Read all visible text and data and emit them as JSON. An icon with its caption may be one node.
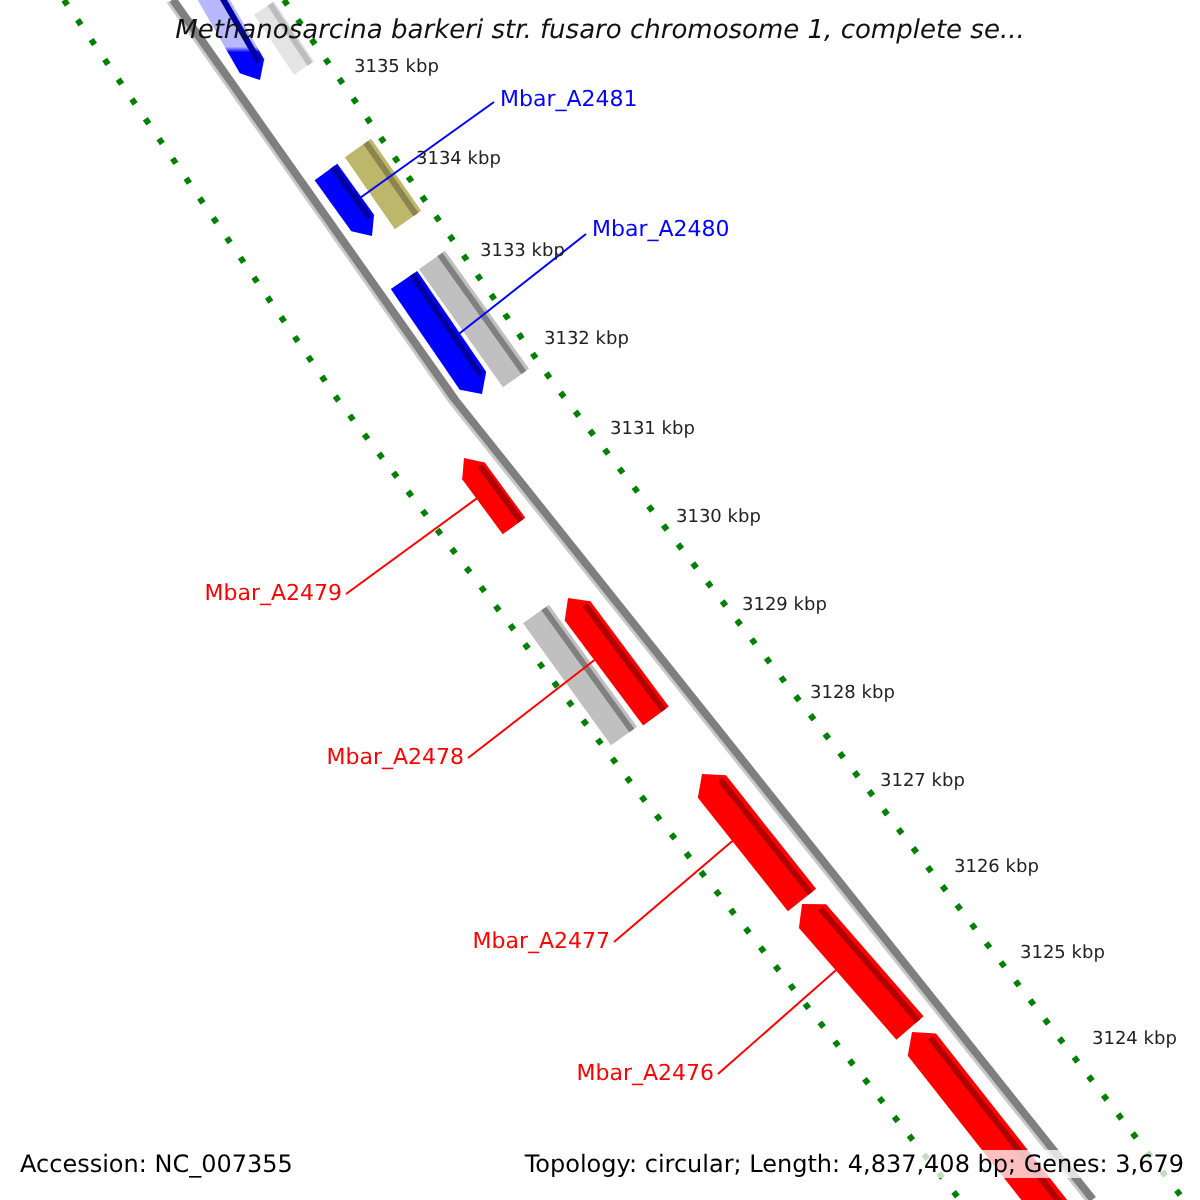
{
  "diagram": {
    "title": "Methanosarcina barkeri str. fusaro chromosome 1, complete se...",
    "nodes": [
      {
        "text": [],
        "shape": "arrow"
      },
      {
        "text": [],
        "shape": "bar"
      },
      {
        "text": [],
        "shape": "arrow"
      },
      {
        "text": [],
        "shape": "bar"
      },
      {
        "text": [],
        "shape": "arrow"
      },
      {
        "text": [],
        "shape": "bar"
      },
      {
        "text": [],
        "shape": "arrow"
      },
      {
        "text": [],
        "shape": "arrow"
      },
      {
        "text": [],
        "shape": "bar"
      },
      {
        "text": [],
        "shape": "arrow"
      },
      {
        "text": [],
        "shape": "arrow"
      },
      {
        "text": [],
        "shape": "arrow"
      },
      {
        "text": [
          "Mbar_A2481"
        ]
      },
      {
        "text": [
          "Mbar_A2480"
        ]
      },
      {
        "text": [
          "Mbar_A2479"
        ]
      },
      {
        "text": [
          "Mbar_A2478"
        ]
      },
      {
        "text": [
          "Mbar_A2477"
        ]
      },
      {
        "text": [
          "Mbar_A2476"
        ]
      }
    ],
    "edges": [
      {
        "from": 12,
        "to": 2,
        "arrow": "none",
        "color": "#0000ff"
      },
      {
        "from": 13,
        "to": 4,
        "arrow": "none",
        "color": "#0000ff"
      },
      {
        "from": 14,
        "to": 6,
        "arrow": "none"
      },
      {
        "from": 15,
        "to": 7,
        "arrow": "none"
      },
      {
        "from": 16,
        "to": 9,
        "arrow": "none"
      },
      {
        "from": 17,
        "to": 10,
        "arrow": "none"
      }
    ],
    "labels": [
      "3135 kbp",
      "3134 kbp",
      "3133 kbp",
      "3132 kbp",
      "3131 kbp",
      "3130 kbp",
      "3129 kbp",
      "3128 kbp",
      "3127 kbp",
      "3126 kbp",
      "3125 kbp",
      "3124 kbp",
      "Accession: NC_007355",
      "Topology: circular; Length: 4,837,408 bp; Genes: 3,679"
    ]
  }
}
